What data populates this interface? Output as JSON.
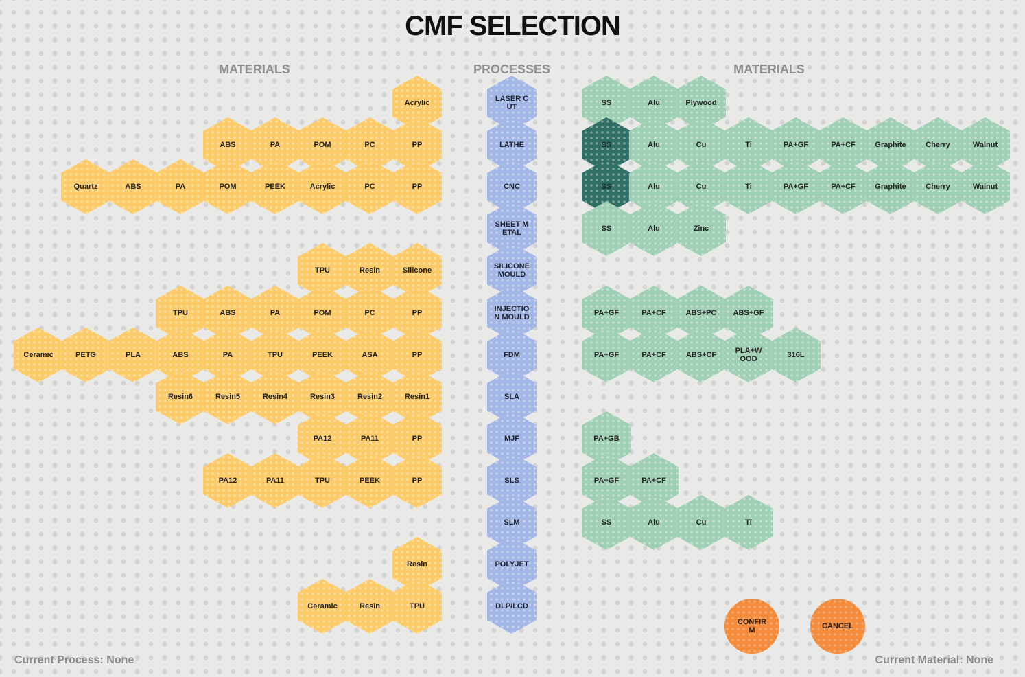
{
  "title": "CMF SELECTION",
  "headers": {
    "left": "MATERIALS",
    "center": "PROCESSES",
    "right": "MATERIALS"
  },
  "colors": {
    "material_left": "#fdcb6a",
    "process": "#a3b7e6",
    "material_right": "#9fcfb4",
    "material_right_selected": "#2f6e65",
    "button": "#f38b3a"
  },
  "processes": [
    "LASER CUT",
    "LATHE",
    "CNC",
    "SHEET METAL",
    "SILICONE MOULD",
    "INJECTION MOULD",
    "FDM",
    "SLA",
    "MJF",
    "SLS",
    "SLM",
    "POLYJET",
    "DLP/LCD"
  ],
  "left_materials": [
    [
      "Acrylic"
    ],
    [
      "ABS",
      "PA",
      "POM",
      "PC",
      "PP"
    ],
    [
      "Quartz",
      "ABS",
      "PA",
      "POM",
      "PEEK",
      "Acrylic",
      "PC",
      "PP"
    ],
    [],
    [
      "TPU",
      "Resin",
      "Silicone"
    ],
    [
      "TPU",
      "ABS",
      "PA",
      "POM",
      "PC",
      "PP"
    ],
    [
      "Ceramic",
      "PETG",
      "PLA",
      "ABS",
      "PA",
      "TPU",
      "PEEK",
      "ASA",
      "PP"
    ],
    [
      "Resin6",
      "Resin5",
      "Resin4",
      "Resin3",
      "Resin2",
      "Resin1"
    ],
    [
      "PA12",
      "PA11",
      "PP"
    ],
    [
      "PA12",
      "PA11",
      "TPU",
      "PEEK",
      "PP"
    ],
    [],
    [
      "Resin"
    ],
    [
      "Ceramic",
      "Resin",
      "TPU"
    ]
  ],
  "right_materials": [
    [
      "SS",
      "Alu",
      "Plywood"
    ],
    [
      "SS",
      "Alu",
      "Cu",
      "Ti",
      "PA+GF",
      "PA+CF",
      "Graphite",
      "Cherry",
      "Walnut"
    ],
    [
      "SS",
      "Alu",
      "Cu",
      "Ti",
      "PA+GF",
      "PA+CF",
      "Graphite",
      "Cherry",
      "Walnut"
    ],
    [
      "SS",
      "Alu",
      "Zinc"
    ],
    [],
    [
      "PA+GF",
      "PA+CF",
      "ABS+PC",
      "ABS+GF"
    ],
    [
      "PA+GF",
      "PA+CF",
      "ABS+CF",
      "PLA+WOOD",
      "316L"
    ],
    [],
    [
      "PA+GB"
    ],
    [
      "PA+GF",
      "PA+CF"
    ],
    [
      "SS",
      "Alu",
      "Cu",
      "Ti"
    ],
    [],
    []
  ],
  "selected_right": [
    [
      1,
      0
    ],
    [
      2,
      0
    ]
  ],
  "buttons": {
    "confirm": "CONFIRM",
    "cancel": "CANCEL"
  },
  "status": {
    "process": "Current Process: None",
    "material": "Current Material: None"
  }
}
